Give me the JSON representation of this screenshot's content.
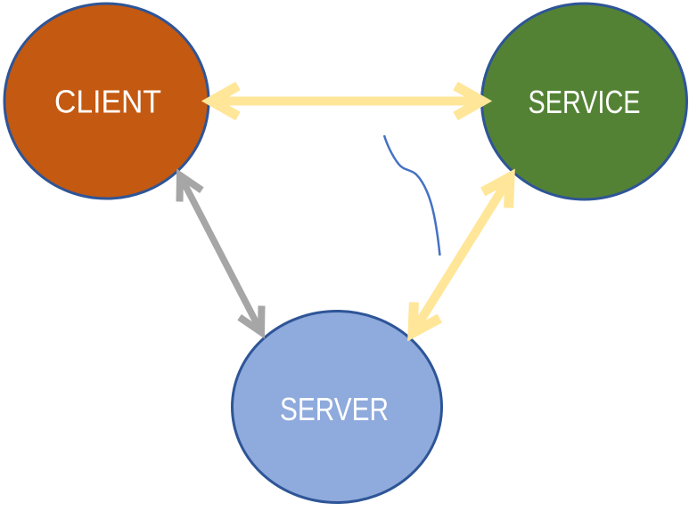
{
  "diagram": {
    "background": "#FFFFFF",
    "nodes": [
      {
        "label": "CLIENT",
        "fill": "#C45911",
        "stroke": "#2E5597",
        "text_color": "#FFFFFF"
      },
      {
        "label": "SERVICE",
        "fill": "#548235",
        "stroke": "#2E5597",
        "text_color": "#FFFFFF"
      },
      {
        "label": "SERVER",
        "fill": "#8FAADC",
        "stroke": "#2E5597",
        "text_color": "#FFFFFF"
      }
    ],
    "edges": [
      {
        "name": "client-service",
        "type": "bidirectional-arrow",
        "color": "#FFE699"
      },
      {
        "name": "client-server",
        "type": "bidirectional-arrow",
        "color": "#A6A6A6"
      },
      {
        "name": "service-server",
        "type": "bidirectional-arrow",
        "color": "#FFE699"
      },
      {
        "name": "curved-annotation-arrow",
        "type": "single-curved-arrow",
        "color": "#4472C4"
      }
    ]
  }
}
